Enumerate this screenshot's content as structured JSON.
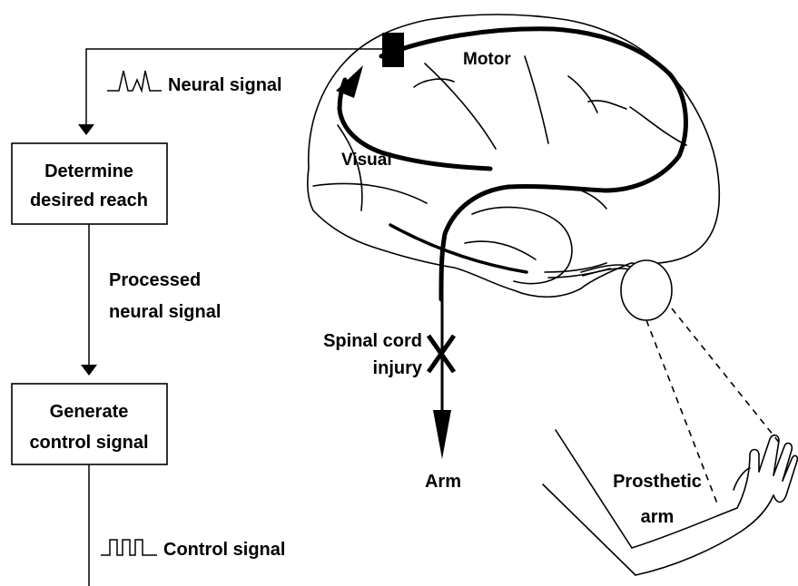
{
  "labels": {
    "neural_signal": "Neural signal",
    "motor": "Motor",
    "visual": "Visual",
    "determine_line1": "Determine",
    "determine_line2": "desired reach",
    "processed_line1": "Processed",
    "processed_line2": "neural signal",
    "spinal_line1": "Spinal cord",
    "spinal_line2": "injury",
    "generate_line1": "Generate",
    "generate_line2": "control signal",
    "arm": "Arm",
    "prosthetic_line1": "Prosthetic",
    "prosthetic_line2": "arm",
    "control_signal": "Control signal"
  },
  "icons": {
    "neural_waveform": "spike-waveform-icon",
    "control_waveform": "square-pulse-waveform-icon",
    "injury_marker": "x-cross-icon",
    "electrode": "electrode-implant-icon"
  },
  "colors": {
    "line": "#000000",
    "background": "#ffffff"
  }
}
